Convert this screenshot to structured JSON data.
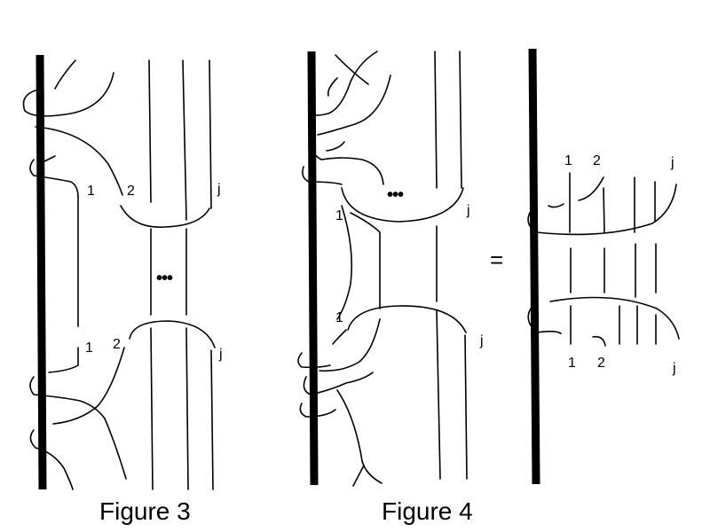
{
  "figure3": {
    "caption": "Figure 3",
    "labels": {
      "top": [
        "1",
        "2",
        "j"
      ],
      "bottom": [
        "1",
        "2",
        "j"
      ]
    }
  },
  "figure4": {
    "caption": "Figure 4",
    "labels": {
      "top": [
        "1",
        "j"
      ],
      "bottom": [
        "1",
        "j"
      ]
    },
    "right_labels": {
      "top": [
        "1",
        "2",
        "j"
      ],
      "bottom": [
        "1",
        "2",
        "j"
      ]
    }
  },
  "equals_sign": "=",
  "ellipsis": "•••"
}
